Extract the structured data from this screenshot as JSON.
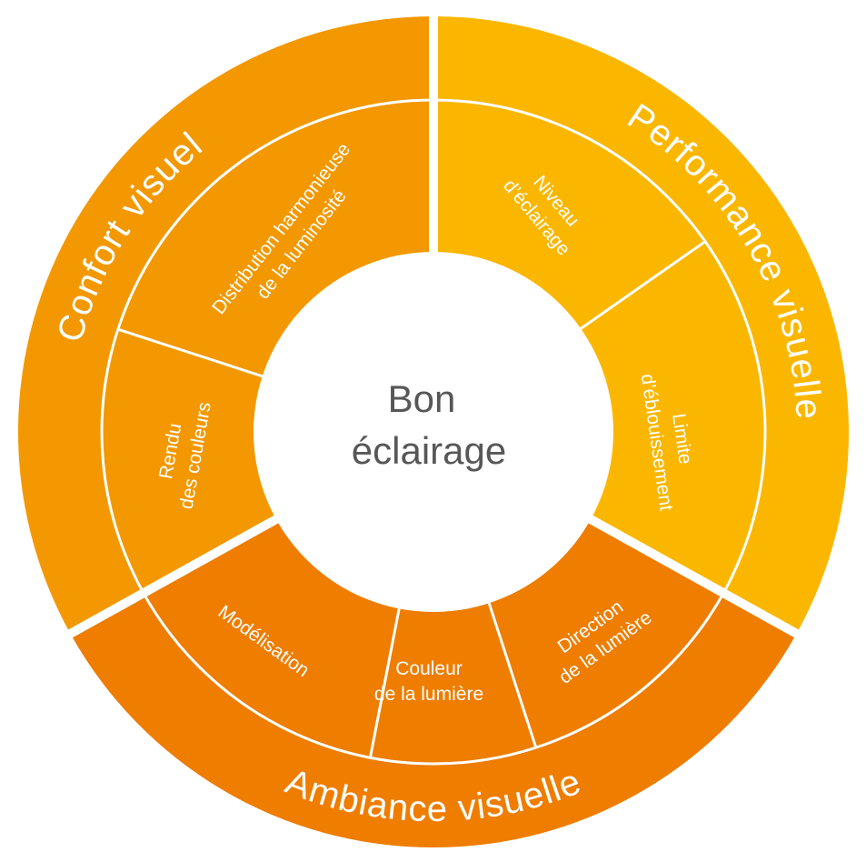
{
  "center": {
    "line1": "Bon",
    "line2": "éclairage"
  },
  "sectors": [
    {
      "label": "Confort visuel",
      "color": "#F39800",
      "items": [
        {
          "line1": "Distribution harmonieuse",
          "line2": "de la luminosité"
        },
        {
          "line1": "Rendu",
          "line2": "des couleurs"
        }
      ]
    },
    {
      "label": "Performance visuelle",
      "color": "#FBB700",
      "items": [
        {
          "line1": "Niveau",
          "line2": "d’éclairage"
        },
        {
          "line1": "Limite",
          "line2": "d’éblouissement"
        }
      ]
    },
    {
      "label": "Ambiance visuelle",
      "color": "#EE7D00",
      "items": [
        {
          "line1": "Modélisation"
        },
        {
          "line1": "Couleur",
          "line2": "de la lumière"
        },
        {
          "line1": "Direction",
          "line2": "de la lumière"
        }
      ]
    }
  ],
  "colors": {
    "text_center": "#575757",
    "divider": "#FFFFFF"
  }
}
